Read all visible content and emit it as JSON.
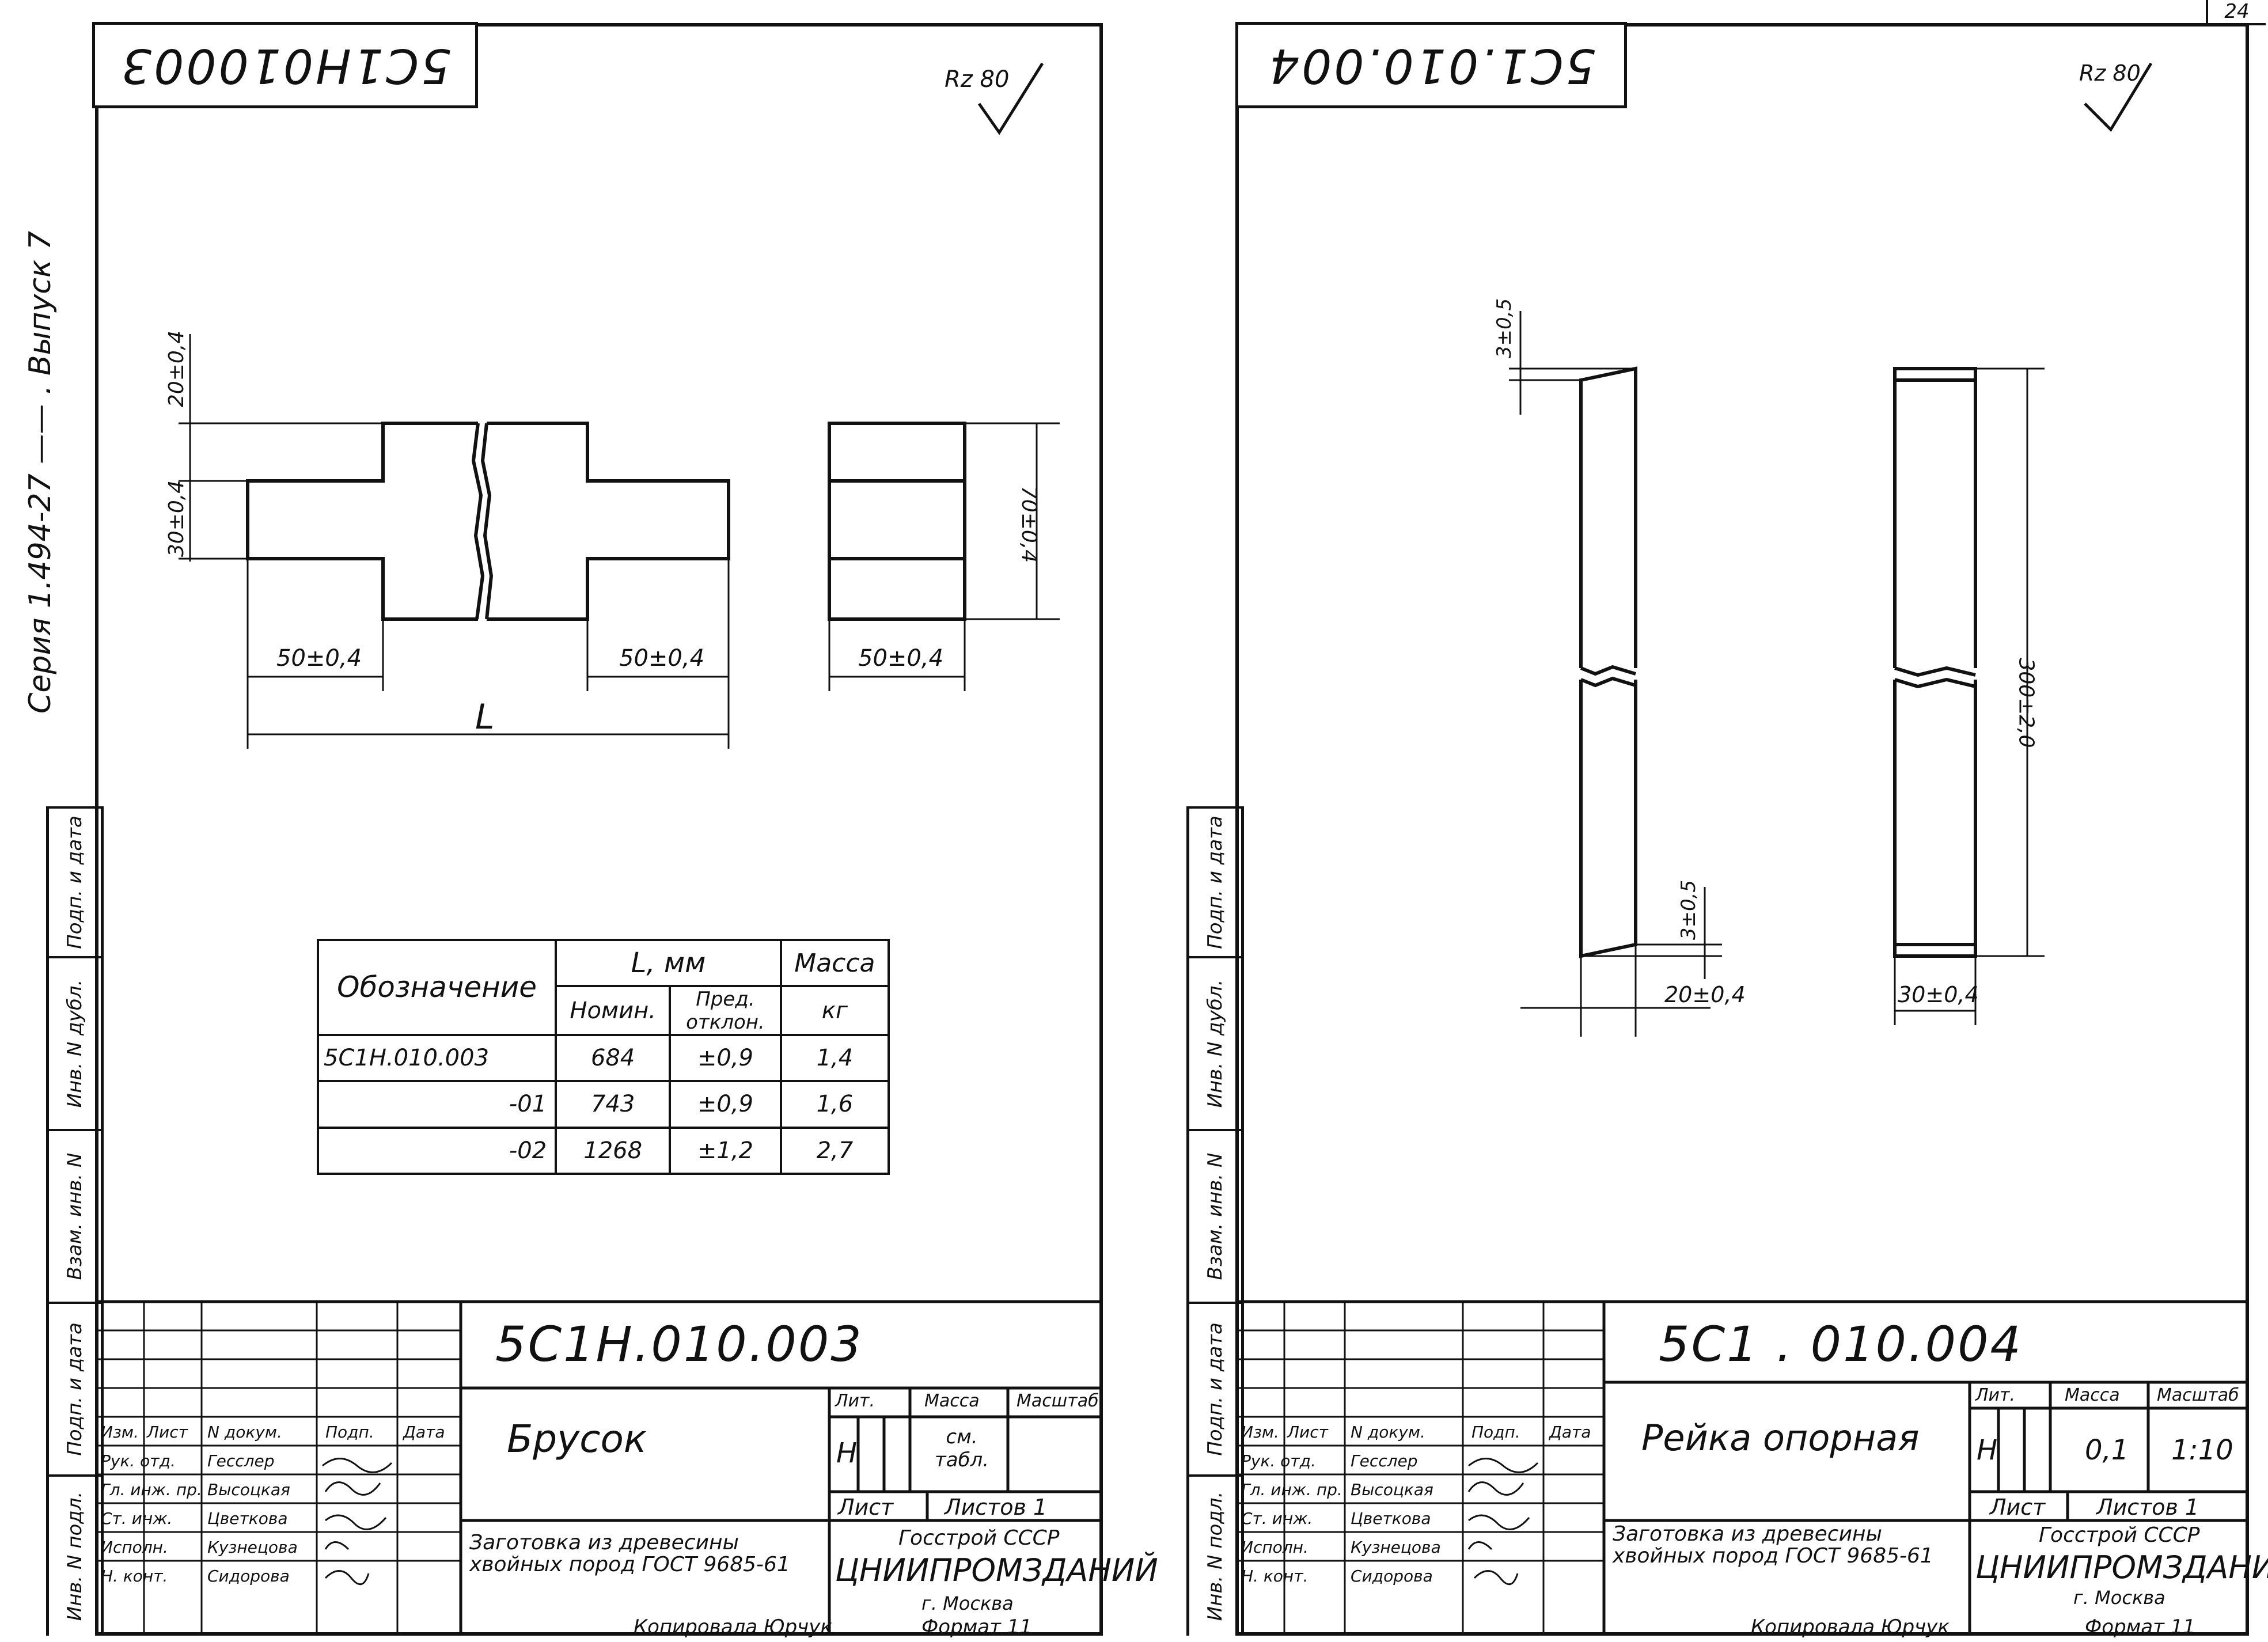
{
  "page_number": "24",
  "left": {
    "corner_code": "5С1Н010003",
    "roughness": "Rz 80",
    "series": "Серия 1.494-27 —— . Выпуск 7",
    "dims": {
      "top": "20±0,4",
      "mid": "30±0,4",
      "right_h": "70±0,4",
      "w1": "50±0,4",
      "w2": "50±0,4",
      "w3": "50±0,4",
      "L": "L"
    },
    "table": {
      "h_designation": "Обозначение",
      "h_L": "L, мм",
      "h_nom": "Номин.",
      "h_tol": "Пред. отклон.",
      "h_mass": "Масса",
      "h_kg": "кг",
      "rows": [
        {
          "des": "5С1Н.010.003",
          "nom": "684",
          "tol": "±0,9",
          "mass": "1,4"
        },
        {
          "des": "-01",
          "nom": "743",
          "tol": "±0,9",
          "mass": "1,6"
        },
        {
          "des": "-02",
          "nom": "1268",
          "tol": "±1,2",
          "mass": "2,7"
        }
      ]
    },
    "stamp": {
      "code": "5С1Н.010.003",
      "name": "Брусок",
      "lit": "Лит.",
      "massa": "Масса",
      "mashtab": "Масштаб",
      "lit_val": "Н",
      "massa_val": "см. табл.",
      "list": "Лист",
      "listov": "Листов 1",
      "material": "Заготовка из древесины хвойных пород ГОСТ 9685-61",
      "org1": "Госстрой СССР",
      "org2": "ЦНИИПРОМЗДАНИЙ",
      "org3": "г. Москва",
      "people": [
        {
          "role": "Изм.",
          "doc": "Лист",
          "num": "N докум.",
          "sign": "Подп.",
          "date": "Дата"
        },
        {
          "role": "Рук. отд.",
          "name": "Гесслер"
        },
        {
          "role": "Гл. инж. пр.",
          "name": "Высоцкая"
        },
        {
          "role": "Ст. инж.",
          "name": "Цветкова"
        },
        {
          "role": "Исполн.",
          "name": "Кузнецова"
        },
        {
          "role": "Н. конт.",
          "name": "Сидорова"
        }
      ],
      "copied": "Копировала Юрчук",
      "format": "Формат 11"
    },
    "side": [
      "Инв. N подл.",
      "Подп. и дата",
      "Взам. инв. N",
      "Инв. N дубл.",
      "Подп. и дата"
    ]
  },
  "right": {
    "corner_code": "5С1.010.004",
    "roughness": "Rz 80",
    "dims": {
      "top": "3±0,5",
      "bot": "3±0,5",
      "w1": "20±0,4",
      "w2": "30±0,4",
      "len": "300±2,0"
    },
    "stamp": {
      "code": "5С1 . 010.004",
      "name": "Рейка опорная",
      "lit": "Лит.",
      "massa": "Масса",
      "mashtab": "Масштаб",
      "lit_val": "Н",
      "massa_val": "0,1",
      "scale_val": "1:10",
      "list": "Лист",
      "listov": "Листов 1",
      "material": "Заготовка из древесины хвойных пород ГОСТ 9685-61",
      "org1": "Госстрой СССР",
      "org2": "ЦНИИПРОМЗДАНИЙ",
      "org3": "г. Москва",
      "people": [
        {
          "role": "Изм.",
          "doc": "Лист",
          "num": "N докум.",
          "sign": "Подп.",
          "date": "Дата"
        },
        {
          "role": "Рук. отд.",
          "name": "Гесслер"
        },
        {
          "role": "Гл. инж. пр.",
          "name": "Высоцкая"
        },
        {
          "role": "Ст. инж.",
          "name": "Цветкова"
        },
        {
          "role": "Исполн.",
          "name": "Кузнецова"
        },
        {
          "role": "Н. конт.",
          "name": "Сидорова"
        }
      ],
      "copied": "Копировала Юрчук",
      "format": "Формат 11"
    },
    "side": [
      "Инв. N подл.",
      "Подп. и дата",
      "Взам. инв. N",
      "Инв. N дубл.",
      "Подп. и дата"
    ]
  }
}
